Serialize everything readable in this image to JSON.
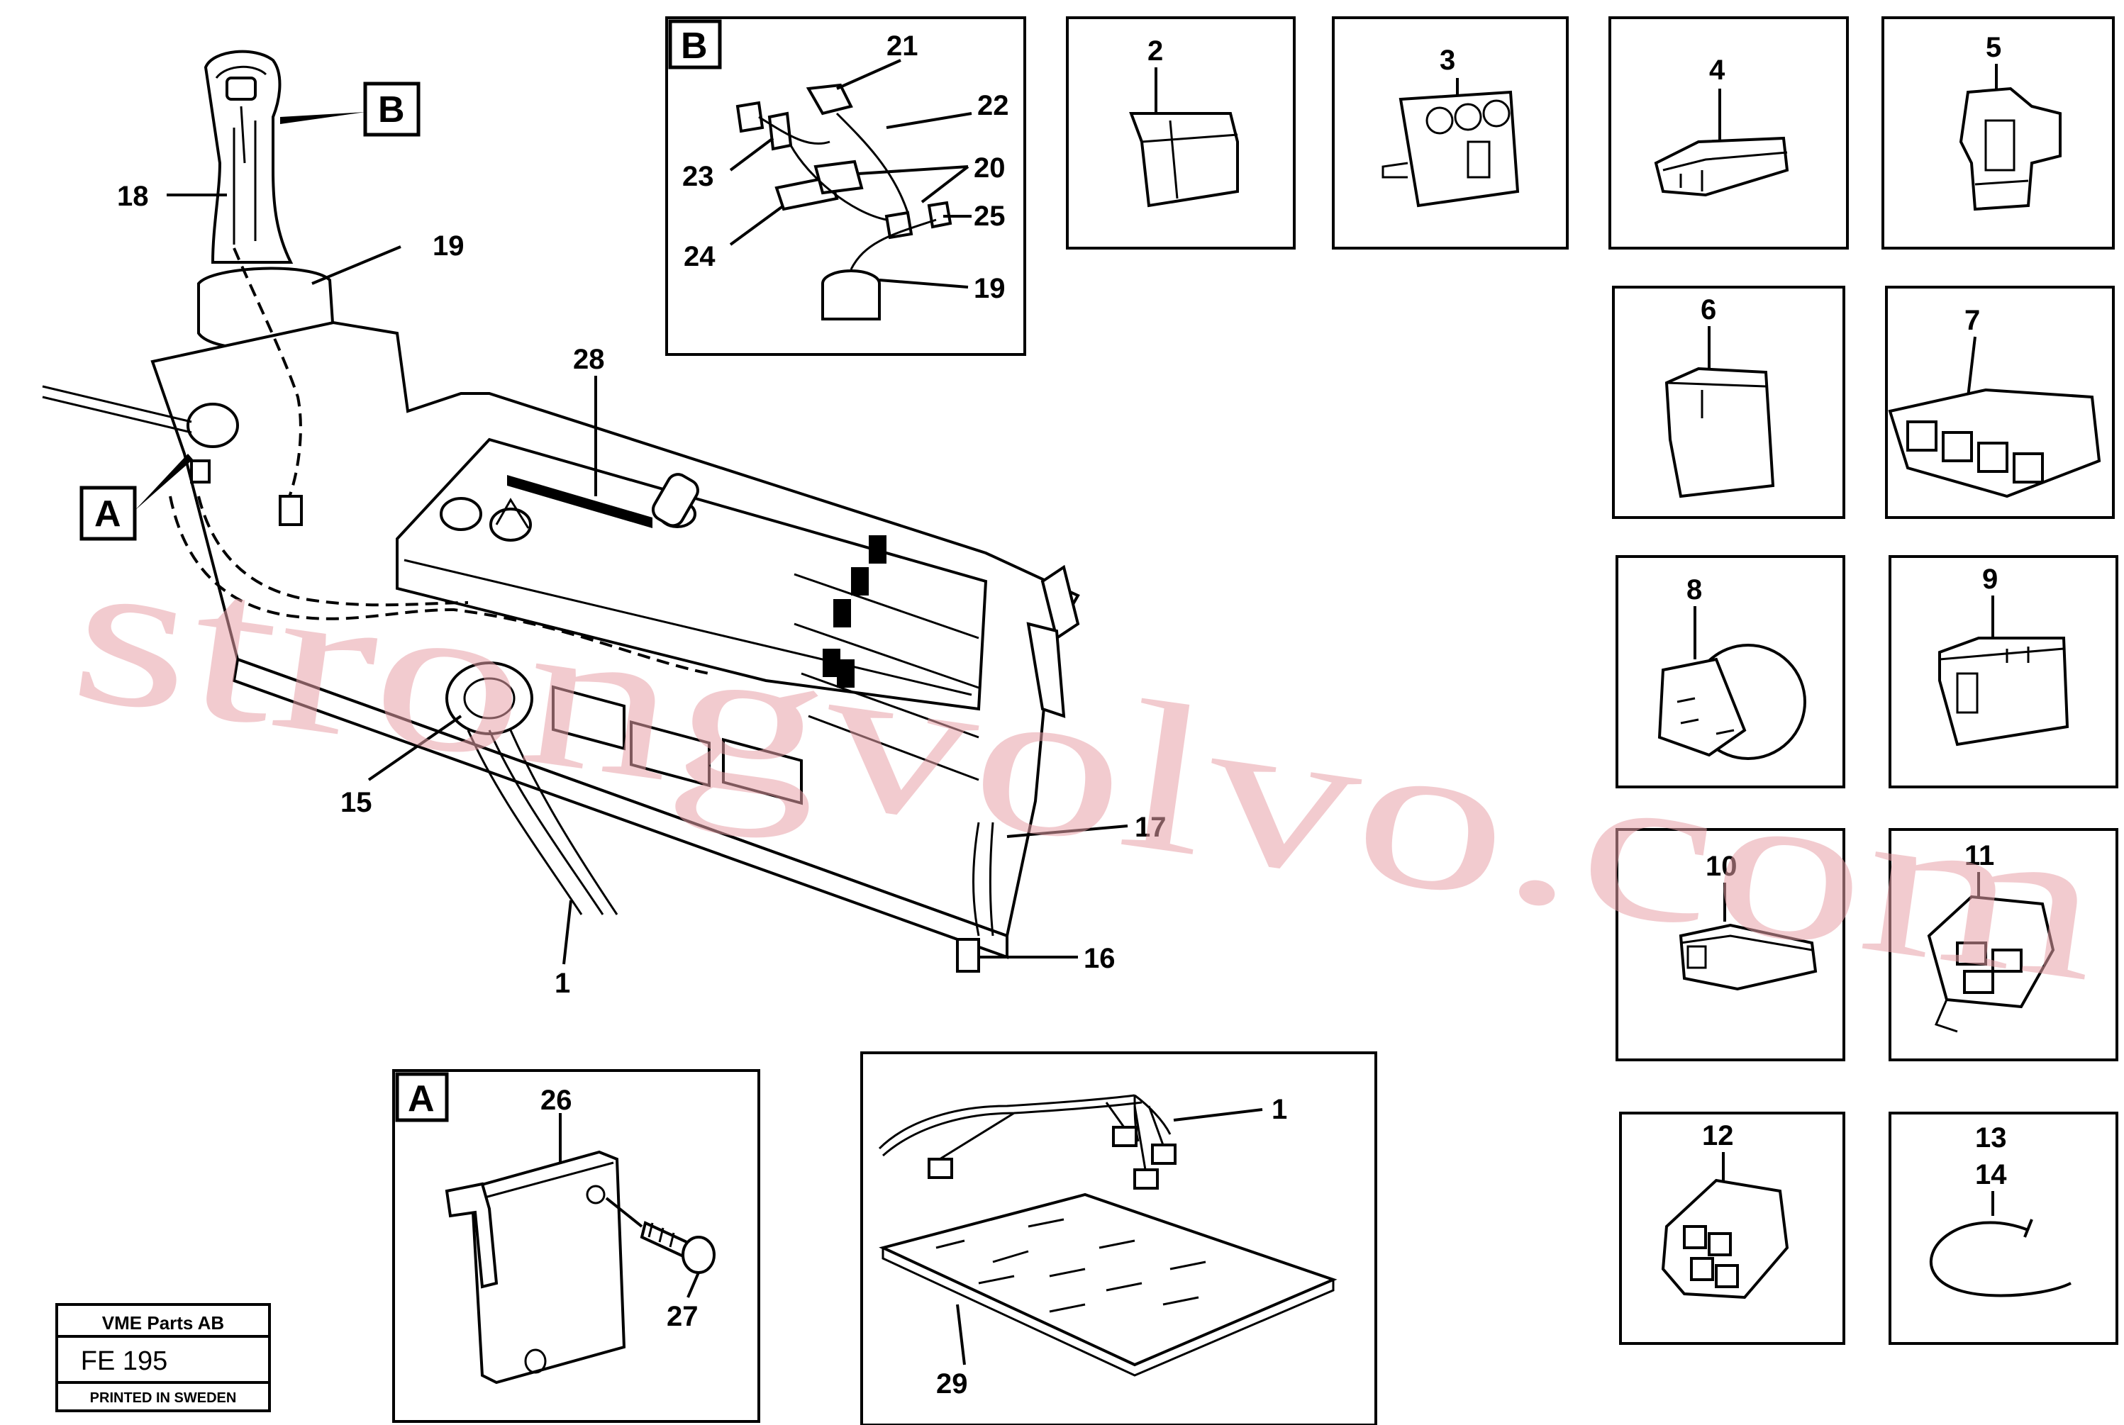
{
  "callouts": {
    "c1": "1",
    "c1b": "1",
    "c2": "2",
    "c3": "3",
    "c4": "4",
    "c5": "5",
    "c6": "6",
    "c7": "7",
    "c8": "8",
    "c9": "9",
    "c10": "10",
    "c11": "11",
    "c12": "12",
    "c13": "13",
    "c14": "14",
    "c15": "15",
    "c16": "16",
    "c17": "17",
    "c18": "18",
    "c19": "19",
    "c19b": "19",
    "c20": "20",
    "c21": "21",
    "c22": "22",
    "c23": "23",
    "c24": "24",
    "c25": "25",
    "c26": "26",
    "c27": "27",
    "c28": "28",
    "c29": "29"
  },
  "detail_tags": {
    "a_main": "A",
    "b_main": "B",
    "a_box": "A",
    "b_box": "B"
  },
  "title_block": {
    "company": "VME Parts AB",
    "code": "FE 195",
    "printed": "PRINTED IN SWEDEN"
  },
  "watermark": "strongvolvo.com",
  "colors": {
    "line": "#000000",
    "watermark": "#e8a0a8",
    "background": "#ffffff"
  }
}
